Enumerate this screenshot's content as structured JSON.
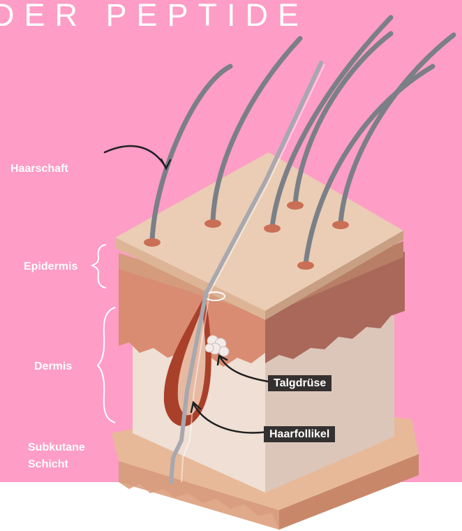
{
  "header": {
    "title": "DER PEPTIDE"
  },
  "labels": {
    "haarschaft": "Haarschaft",
    "epidermis": "Epidermis",
    "dermis": "Dermis",
    "subkutane_line1": "Subkutane",
    "subkutane_line2": "Schicht",
    "talgdruese": "Talgdrüse",
    "haarfollikel": "Haarfollikel"
  },
  "colors": {
    "background": "#FE9DC6",
    "skin_top": "#E8CDB5",
    "epidermis": "#B66F5A",
    "dermis": "#EAD8CC",
    "subcutaneous": "#E5B89A",
    "hair": "#7B7F87"
  }
}
